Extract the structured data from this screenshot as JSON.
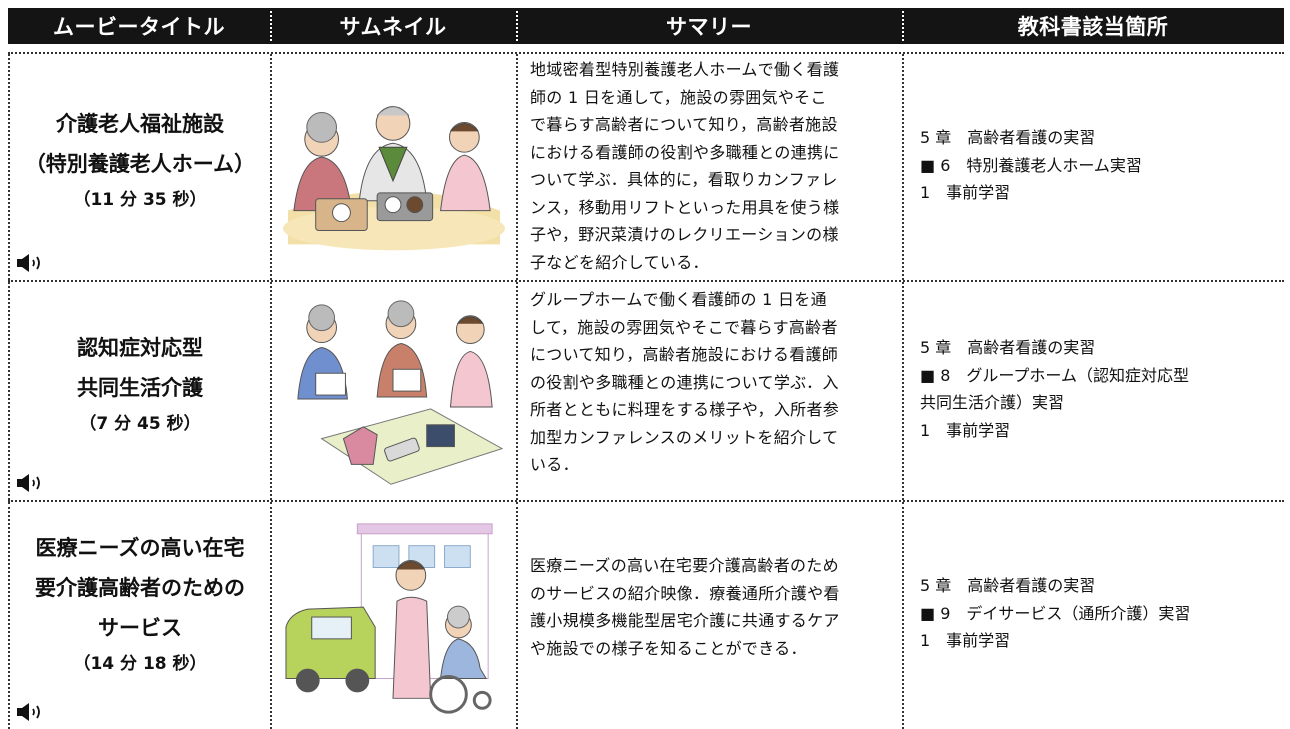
{
  "header": {
    "col_title": "ムービータイトル",
    "col_thumb": "サムネイル",
    "col_summary": "サマリー",
    "col_ref": "教科書該当箇所"
  },
  "rows": [
    {
      "title_lines": [
        "介護老人福祉施設",
        "（特別養護老人ホーム）"
      ],
      "duration": "（11 分 35 秒）",
      "thumbnail_icon": "elderly-dining-illustration",
      "summary_lines": [
        "地域密着型特別養護老人ホームで働く看護",
        "師の 1 日を通して，施設の雰囲気やそこ",
        "で暮らす高齢者について知り，高齢者施設",
        "における看護師の役割や多職種との連携に",
        "ついて学ぶ．具体的に，看取りカンファレ",
        "ンス，移動用リフトといった用具を使う様",
        "子や，野沢菜漬けのレクリエーションの様",
        "子などを紹介している．"
      ],
      "ref_lines": [
        "5 章　高齢者看護の実習",
        "■ 6　特別養護老人ホーム実習",
        "1　事前学習"
      ]
    },
    {
      "title_lines": [
        "認知症対応型",
        "共同生活介護"
      ],
      "duration": "（7 分 45 秒）",
      "thumbnail_icon": "group-home-laundry-illustration",
      "summary_lines": [
        "グループホームで働く看護師の 1 日を通",
        "して，施設の雰囲気やそこで暮らす高齢者",
        "について知り，高齢者施設における看護師",
        "の役割や多職種との連携について学ぶ．入",
        "所者とともに料理をする様子や，入所者参",
        "加型カンファレンスのメリットを紹介して",
        "いる．"
      ],
      "ref_lines": [
        "5 章　高齢者看護の実習",
        "■ 8　グループホーム（認知症対応型",
        "共同生活介護）実習",
        "1　事前学習"
      ]
    },
    {
      "title_lines": [
        "医療ニーズの高い在宅",
        "要介護高齢者のための",
        "サービス"
      ],
      "duration": "（14 分 18 秒）",
      "thumbnail_icon": "home-care-van-illustration",
      "summary_lines": [
        "医療ニーズの高い在宅要介護高齢者のため",
        "のサービスの紹介映像．療養通所介護や看",
        "護小規模多機能型居宅介護に共通するケア",
        "や施設での様子を知ることができる．"
      ],
      "ref_lines": [
        "5 章　高齢者看護の実習",
        "■ 9　デイサービス（通所介護）実習",
        "1　事前学習"
      ]
    }
  ],
  "icons": {
    "speaker": "speaker-icon"
  }
}
